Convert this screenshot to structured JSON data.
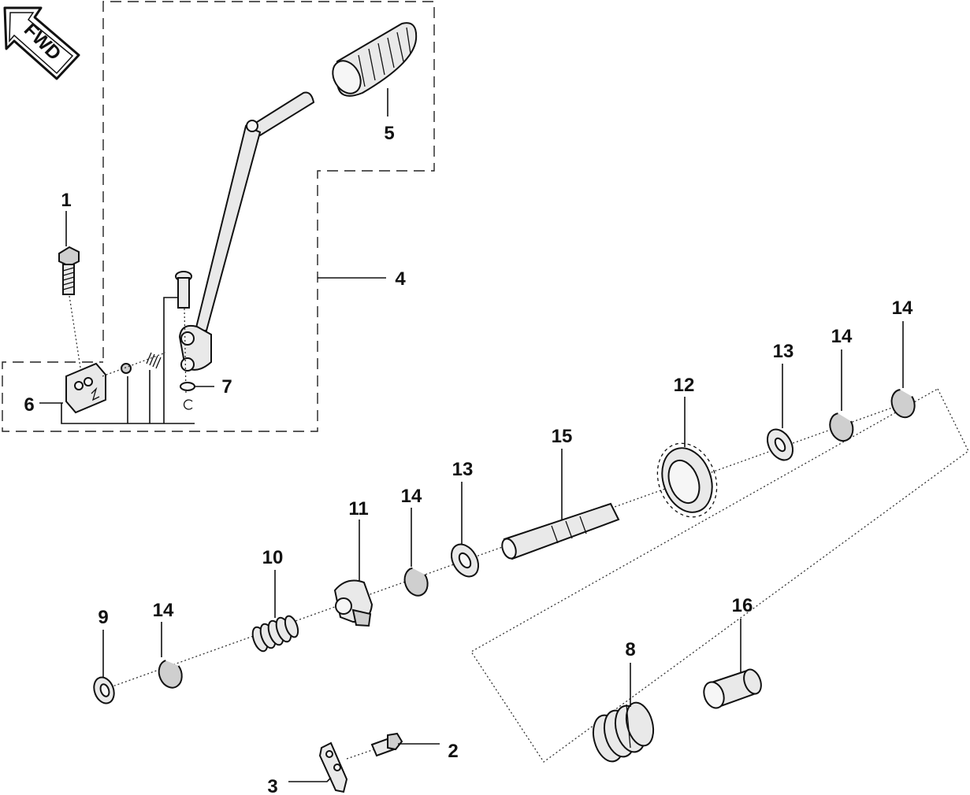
{
  "diagram": {
    "fwd_arrow_label": "FWD",
    "callouts": [
      {
        "id": "1",
        "label": "1"
      },
      {
        "id": "2",
        "label": "2"
      },
      {
        "id": "3",
        "label": "3"
      },
      {
        "id": "4",
        "label": "4"
      },
      {
        "id": "5",
        "label": "5"
      },
      {
        "id": "6",
        "label": "6"
      },
      {
        "id": "7",
        "label": "7"
      },
      {
        "id": "8",
        "label": "8"
      },
      {
        "id": "9",
        "label": "9"
      },
      {
        "id": "10",
        "label": "10"
      },
      {
        "id": "11",
        "label": "11"
      },
      {
        "id": "12",
        "label": "12"
      },
      {
        "id": "13a",
        "label": "13"
      },
      {
        "id": "13b",
        "label": "13"
      },
      {
        "id": "14a",
        "label": "14"
      },
      {
        "id": "14b",
        "label": "14"
      },
      {
        "id": "14c",
        "label": "14"
      },
      {
        "id": "14d",
        "label": "14"
      },
      {
        "id": "15",
        "label": "15"
      },
      {
        "id": "16",
        "label": "16"
      }
    ]
  }
}
